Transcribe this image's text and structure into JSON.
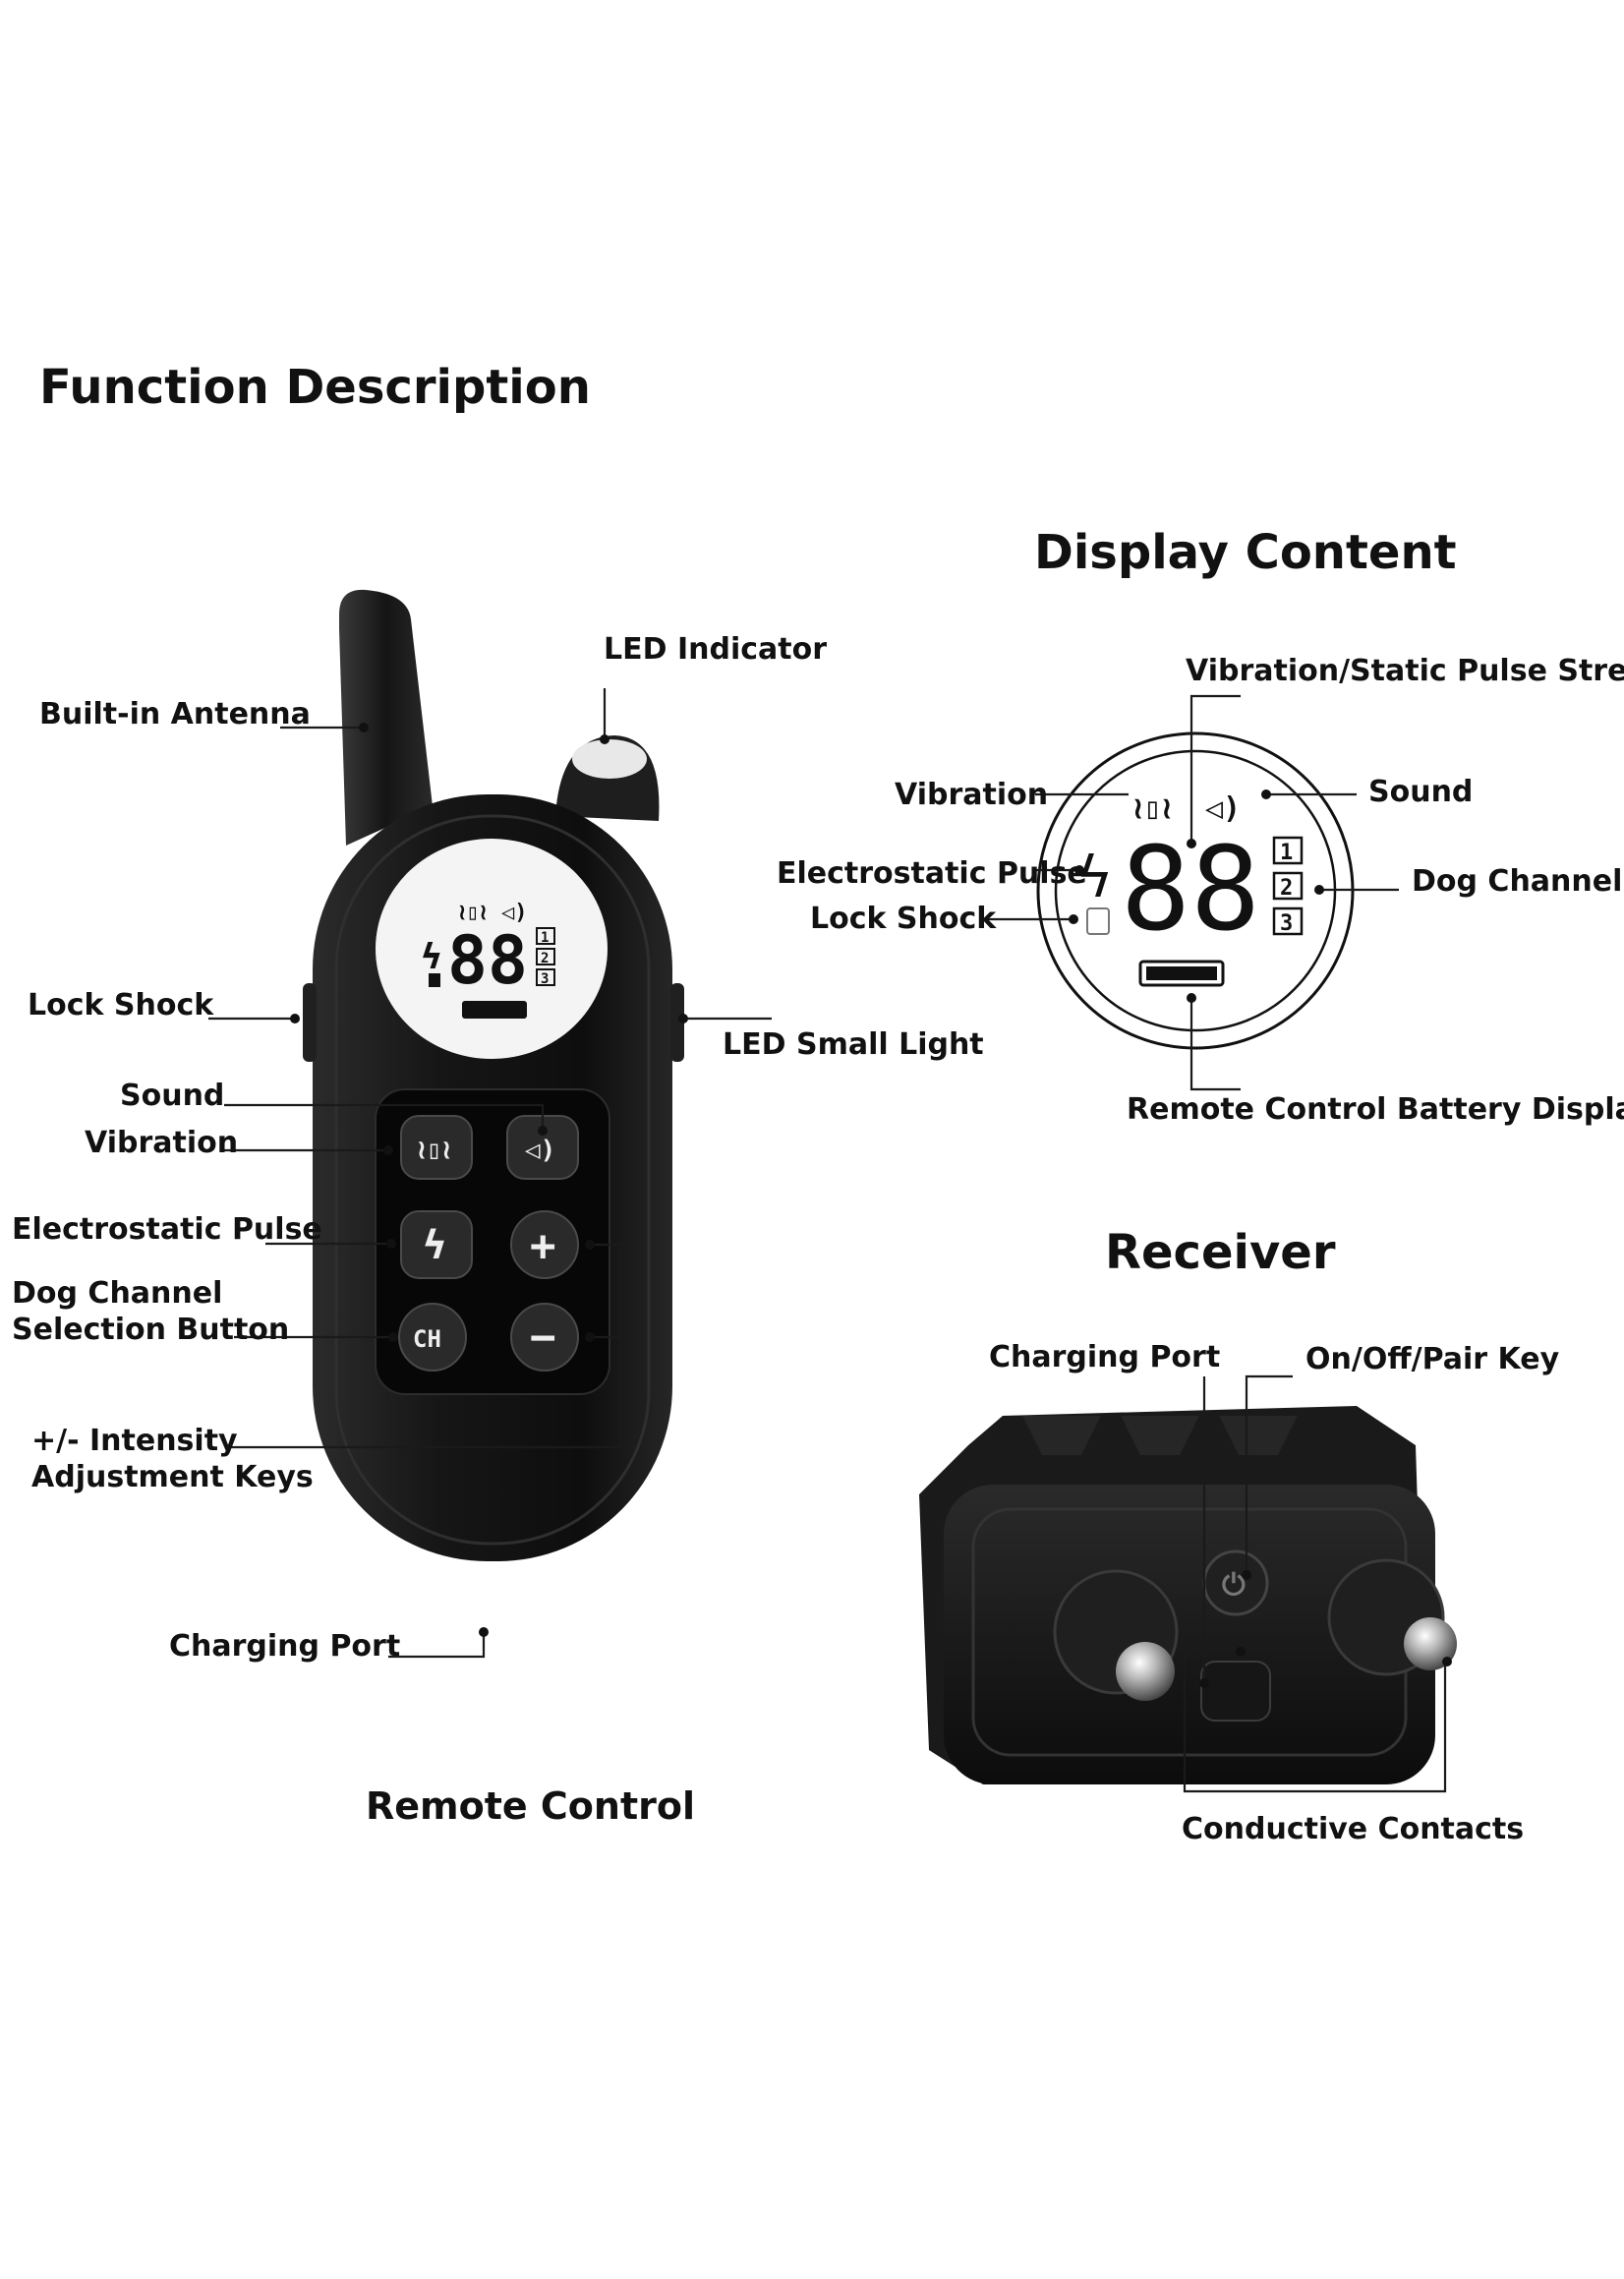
{
  "title": "Function Description",
  "remote": {
    "caption": "Remote Control",
    "labels": {
      "built_in_antenna": "Built-in Antenna",
      "led_indicator": "LED Indicator",
      "lock_shock": "Lock Shock",
      "led_small_light": "LED Small Light",
      "sound": "Sound",
      "vibration": "Vibration",
      "electrostatic_pulse": "Electrostatic Pulse",
      "dog_channel_line1": "Dog Channel",
      "dog_channel_line2": "Selection Button",
      "intensity_line1": "+/- Intensity",
      "intensity_line2": "Adjustment Keys",
      "charging_port": "Charging Port"
    },
    "buttons": {
      "ch": "CH",
      "lcd_digits": "88",
      "channels": [
        "1",
        "2",
        "3"
      ]
    }
  },
  "display": {
    "heading": "Display Content",
    "labels": {
      "strength": "Vibration/Static Pulse Strength",
      "vibration": "Vibration",
      "sound": "Sound",
      "electrostatic_pulse": "Electrostatic Pulse",
      "lock_shock": "Lock Shock",
      "dog_channel": "Dog Channel",
      "battery": "Remote Control Battery Display"
    },
    "digits": "88",
    "channels": [
      "1",
      "2",
      "3"
    ]
  },
  "receiver": {
    "heading": "Receiver",
    "labels": {
      "charging_port": "Charging Port",
      "power_key": "On/Off/Pair Key",
      "contacts": "Conductive Contacts"
    }
  },
  "colors": {
    "device_black": "#141414",
    "panel_black": "#0a0a0a",
    "lcd_white": "#f4f4f4",
    "text": "#111111"
  }
}
